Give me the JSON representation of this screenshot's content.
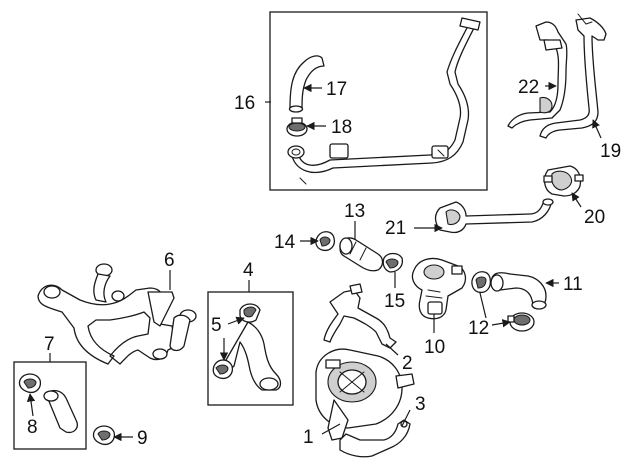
{
  "callouts": {
    "c1": "1",
    "c2": "2",
    "c3": "3",
    "c4": "4",
    "c5": "5",
    "c6": "6",
    "c7": "7",
    "c8": "8",
    "c9": "9",
    "c10": "10",
    "c11": "11",
    "c12": "12",
    "c13": "13",
    "c14": "14",
    "c15": "15",
    "c16": "16",
    "c17": "17",
    "c18": "18",
    "c19": "19",
    "c20": "20",
    "c21": "21",
    "c22": "22"
  },
  "colors": {
    "line": "#1a1a1a",
    "background": "#ffffff",
    "shade": "#cfcfcf"
  }
}
